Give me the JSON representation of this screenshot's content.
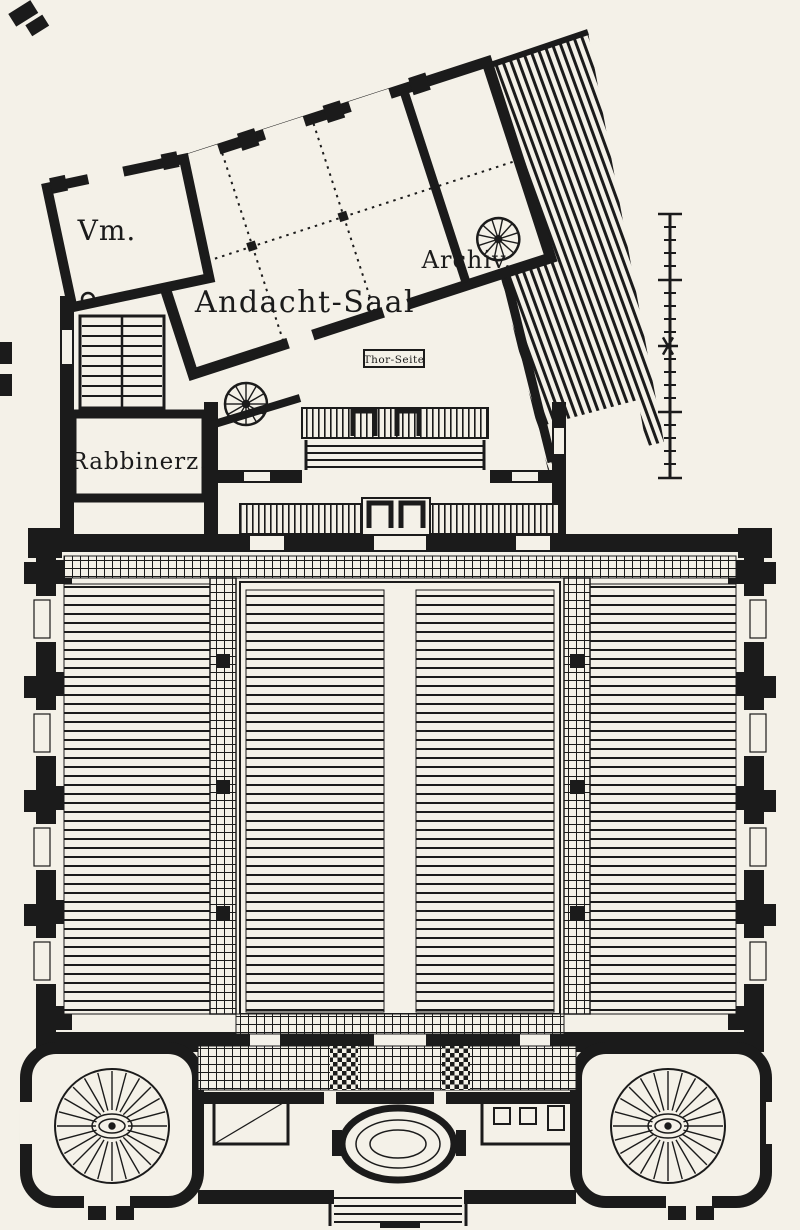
{
  "palette": {
    "paper": "#f4f1e8",
    "ink": "#1b1b1b"
  },
  "labels": {
    "vm": "Vm.",
    "andacht_saal": "Andacht-Saal",
    "archiv": "Archiv.",
    "rabbinerz": "Rabbinerz.",
    "thor_seite": "Thor-Seite"
  }
}
